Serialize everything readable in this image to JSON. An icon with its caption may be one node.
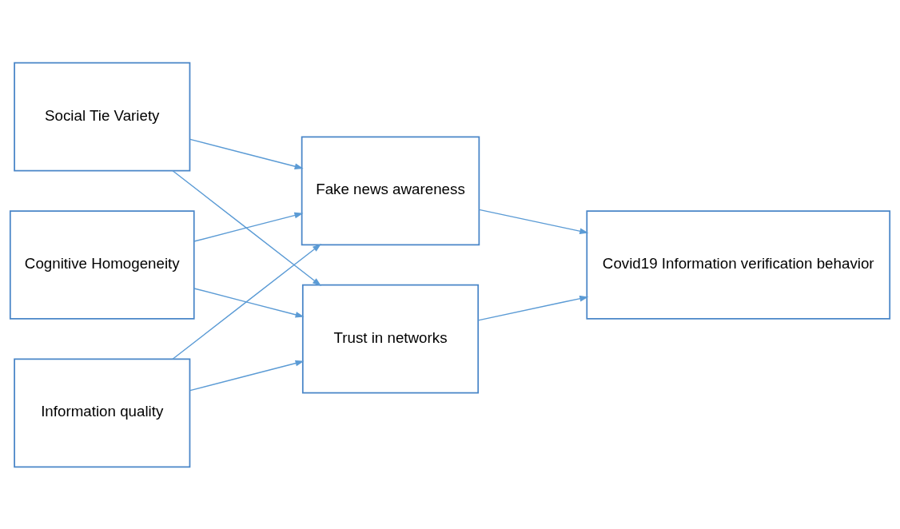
{
  "diagram": {
    "nodes": [
      {
        "text": [
          "Social Tie Variety"
        ]
      },
      {
        "text": [
          "Cognitive Homogeneity"
        ]
      },
      {
        "text": [
          "Information quality"
        ]
      },
      {
        "text": [
          "Fake news awareness"
        ]
      },
      {
        "text": [
          "Trust in networks"
        ]
      },
      {
        "text": [
          "Covid19 Information verification behavior"
        ]
      }
    ],
    "edges": [
      {
        "from": 0,
        "to": 3,
        "arrow": "to"
      },
      {
        "from": 0,
        "to": 4,
        "arrow": "to"
      },
      {
        "from": 1,
        "to": 3,
        "arrow": "to"
      },
      {
        "from": 1,
        "to": 4,
        "arrow": "to"
      },
      {
        "from": 2,
        "to": 3,
        "arrow": "to"
      },
      {
        "from": 2,
        "to": 4,
        "arrow": "to"
      },
      {
        "from": 3,
        "to": 5,
        "arrow": "to"
      },
      {
        "from": 4,
        "to": 5,
        "arrow": "to"
      }
    ]
  }
}
